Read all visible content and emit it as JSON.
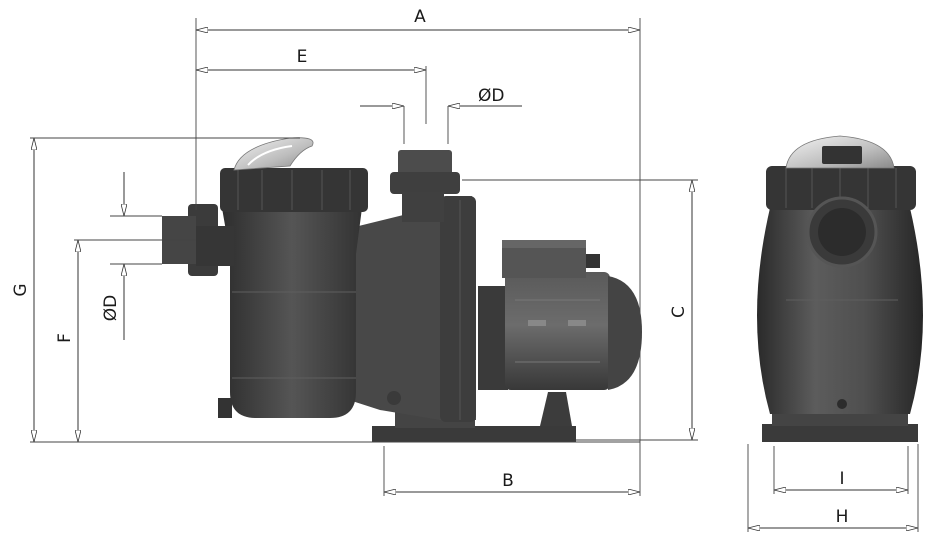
{
  "dimension_labels": {
    "A": "A",
    "B": "B",
    "C": "C",
    "D_top": "ØD",
    "D_side": "ØD",
    "E": "E",
    "F": "F",
    "G": "G",
    "H": "H",
    "I": "I"
  },
  "colors": {
    "body_dark": "#3d3d3d",
    "body_mid": "#4a4a4a",
    "body_light": "#5a5a5a",
    "lid_glass": "#d8d8d8",
    "line": "#333333"
  }
}
